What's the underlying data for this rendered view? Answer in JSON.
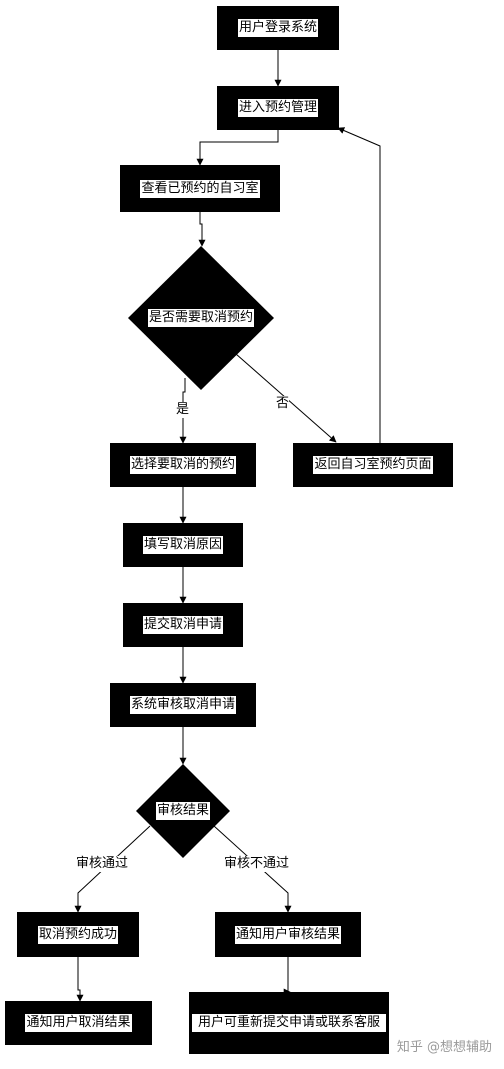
{
  "nodes": {
    "login": "用户登录系统",
    "enter": "进入预约管理",
    "view": "查看已预约的自习室",
    "decide_cancel": "是否需要取消预约",
    "select": "选择要取消的预约",
    "return": "返回自习室预约页面",
    "fill": "填写取消原因",
    "submit": "提交取消申请",
    "review": "系统审核取消申请",
    "result": "审核结果",
    "success": "取消预约成功",
    "notify_result": "通知用户审核结果",
    "notify_cancel": "通知用户取消结果",
    "resubmit": "用户可重新提交申请或联系客服"
  },
  "edges": {
    "yes": "是",
    "no": "否",
    "pass": "审核通过",
    "fail": "审核不通过"
  },
  "watermark": "知乎 @想想辅助"
}
